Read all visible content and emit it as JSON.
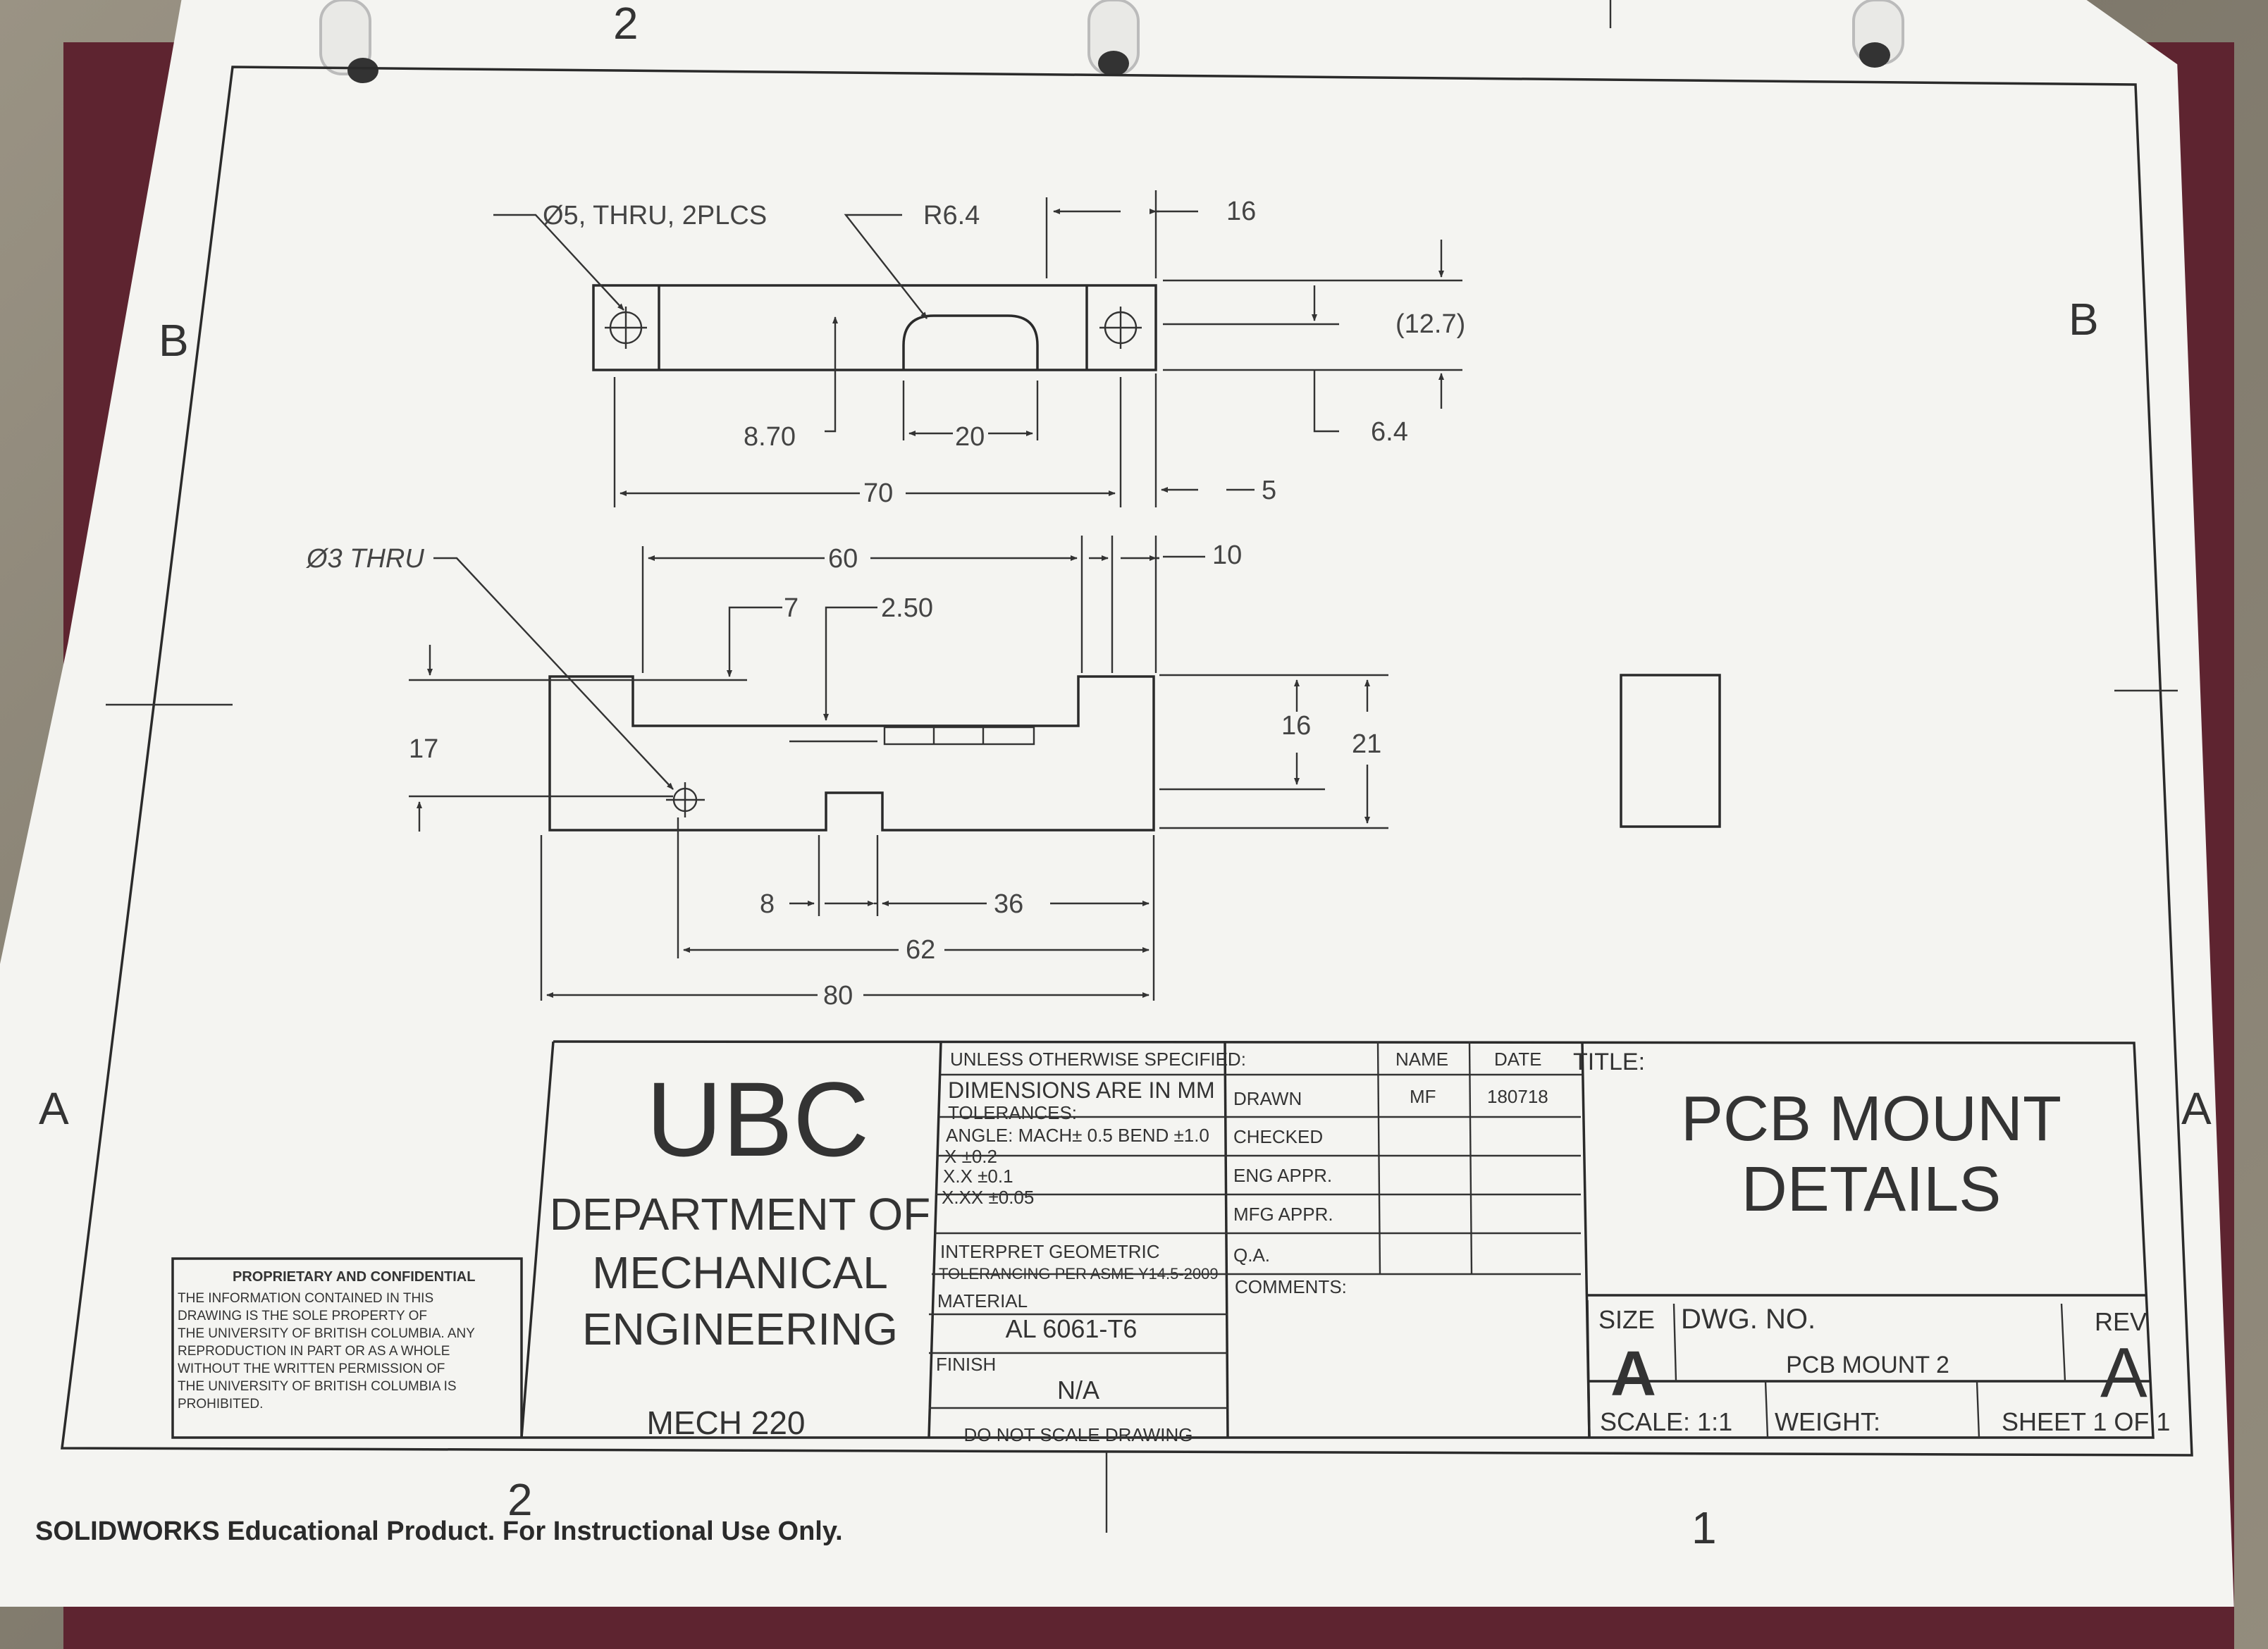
{
  "zones": {
    "top_left": "2",
    "left_b": "B",
    "right_b": "B",
    "left_a": "A",
    "right_a": "A",
    "bottom_left": "2",
    "bottom_right": "1"
  },
  "views": {
    "top": {
      "callout_hole": "Ø5, THRU, 2PLCS",
      "callout_radius": "R6.4",
      "dim_16": "16",
      "dim_12_7": "(12.7)",
      "dim_8_70": "8.70",
      "dim_20": "20",
      "dim_6_4": "6.4",
      "dim_70": "70",
      "dim_5": "5"
    },
    "front": {
      "callout_hole": "Ø3 THRU",
      "dim_60": "60",
      "dim_10": "10",
      "dim_7": "7",
      "dim_2_50": "2.50",
      "dim_17": "17",
      "dim_16": "16",
      "dim_21": "21",
      "dim_8": "8",
      "dim_36": "36",
      "dim_62": "62",
      "dim_80": "80"
    }
  },
  "title_block": {
    "school": "UBC",
    "dept_line1": "DEPARTMENT OF",
    "dept_line2": "MECHANICAL",
    "dept_line3": "ENGINEERING",
    "course": "MECH 220",
    "unless": "UNLESS OTHERWISE SPECIFIED:",
    "dims_in_mm": "DIMENSIONS ARE IN MM",
    "tolerances": "TOLERANCES:",
    "tol_angle": "ANGLE: MACH± 0.5   BEND ±1.0",
    "tol_x": "X      ±0.2",
    "tol_xx": "X.X    ±0.1",
    "tol_xxx": "X.XX   ±0.05",
    "interpret1": "INTERPRET GEOMETRIC",
    "interpret2": "TOLERANCING PER ASME Y14.5-2009",
    "material_label": "MATERIAL",
    "material": "AL 6061-T6",
    "finish_label": "FINISH",
    "finish": "N/A",
    "do_not_scale": "DO NOT SCALE DRAWING",
    "hdr_name": "NAME",
    "hdr_date": "DATE",
    "drawn": "DRAWN",
    "drawn_name": "MF",
    "drawn_date": "180718",
    "checked": "CHECKED",
    "eng_appr": "ENG APPR.",
    "mfg_appr": "MFG APPR.",
    "qa": "Q.A.",
    "comments": "COMMENTS:",
    "title_label": "TITLE:",
    "title_line1": "PCB MOUNT",
    "title_line2": "DETAILS",
    "size_label": "SIZE",
    "size": "A",
    "dwg_no_label": "DWG.  NO.",
    "dwg_no": "PCB MOUNT 2",
    "rev_label": "REV",
    "rev": "A",
    "scale": "SCALE: 1:1",
    "weight": "WEIGHT:",
    "sheet": "SHEET 1 OF 1"
  },
  "proprietary": {
    "heading": "PROPRIETARY AND CONFIDENTIAL",
    "l1": "THE INFORMATION CONTAINED IN THIS",
    "l2": "DRAWING IS THE SOLE PROPERTY OF",
    "l3": "THE UNIVERSITY OF BRITISH COLUMBIA.  ANY",
    "l4": "REPRODUCTION IN PART OR AS A WHOLE",
    "l5": "WITHOUT THE WRITTEN PERMISSION OF",
    "l6": "THE UNIVERSITY OF BRITISH COLUMBIA IS",
    "l7": "PROHIBITED."
  },
  "footer": "SOLIDWORKS Educational Product. For Instructional Use Only."
}
